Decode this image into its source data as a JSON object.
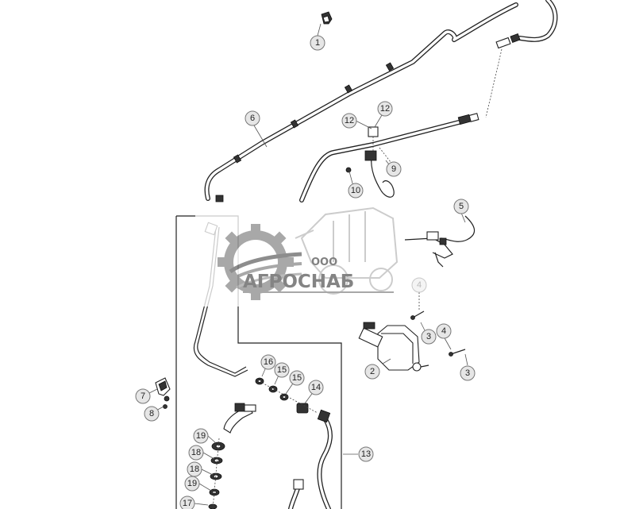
{
  "watermark": {
    "prefix": "ООО",
    "name": "АГРОСНАБ"
  },
  "callouts": [
    {
      "label": "1"
    },
    {
      "label": "6"
    },
    {
      "label": "12"
    },
    {
      "label": "12"
    },
    {
      "label": "9"
    },
    {
      "label": "10"
    },
    {
      "label": "5"
    },
    {
      "label": "4"
    },
    {
      "label": "3"
    },
    {
      "label": "4"
    },
    {
      "label": "2"
    },
    {
      "label": "3"
    },
    {
      "label": "16"
    },
    {
      "label": "15"
    },
    {
      "label": "15"
    },
    {
      "label": "14"
    },
    {
      "label": "7"
    },
    {
      "label": "8"
    },
    {
      "label": "19"
    },
    {
      "label": "18"
    },
    {
      "label": "18"
    },
    {
      "label": "19"
    },
    {
      "label": "17"
    },
    {
      "label": "13"
    }
  ]
}
